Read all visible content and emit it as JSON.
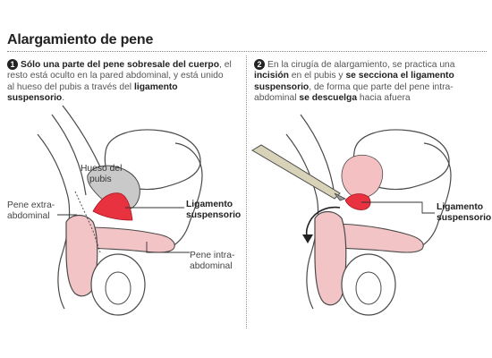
{
  "title": "Alargamiento de pene",
  "step1": {
    "number": "1",
    "bold_lead": "Sólo una parte del pene sobresale del cuerpo",
    "text_a": ", el resto está oculto en la pared abdominal, y está unido al hueso del pubis a través del ",
    "bold_end": "ligamento suspensorio",
    "text_b": "."
  },
  "step2": {
    "number": "2",
    "text_a": "En la cirugía de alargamiento, se practica una ",
    "bold_a": "incisión",
    "text_b": " en el pubis y ",
    "bold_b": "se secciona el ligamento suspensorio",
    "text_c": ", de forma que parte del pene intra-abdominal ",
    "bold_c": "se descuelga",
    "text_d": " hacia afuera"
  },
  "labels": {
    "hueso_line1": "Hueso del",
    "hueso_line2": "pubis",
    "lig1_line1": "Ligamento",
    "lig1_line2": "suspensorio",
    "extra_line1": "Pene extra-",
    "extra_line2": "abdominal",
    "intra_line1": "Pene intra-",
    "intra_line2": "abdominal",
    "lig2_line1": "Ligamento",
    "lig2_line2": "suspensorio"
  },
  "colors": {
    "penis_fill": "#f2c4c6",
    "ligament": "#e8323f",
    "bone": "#c9c9c9",
    "bladder": "#f4c0c2",
    "outline": "#4a4a4a",
    "scalpel": "#d8d2b8"
  }
}
